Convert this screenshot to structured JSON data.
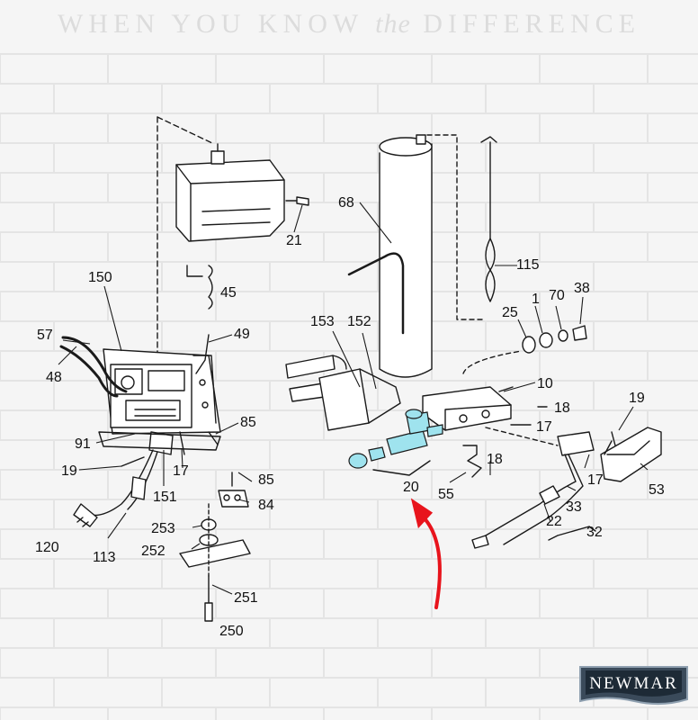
{
  "tagline": {
    "before": "WHEN YOU KNOW",
    "the": "the",
    "after": "DIFFERENCE"
  },
  "part_labels": [
    "21",
    "45",
    "150",
    "49",
    "57",
    "48",
    "91",
    "19",
    "17",
    "151",
    "113",
    "120",
    "85",
    "85",
    "84",
    "253",
    "252",
    "251",
    "250",
    "68",
    "115",
    "153",
    "152",
    "25",
    "1",
    "70",
    "38",
    "10",
    "18",
    "17",
    "19",
    "20",
    "55",
    "18",
    "17",
    "33",
    "22",
    "32",
    "53"
  ],
  "highlight": {
    "part": "20",
    "arrow_color": "#e8141c",
    "highlight_color": "#9fe3ee"
  },
  "logo": {
    "text": "NEWMAR"
  },
  "colors": {
    "background": "#f5f5f5",
    "brick_line": "#e4e4e4",
    "line_art": "#1a1a1a"
  }
}
